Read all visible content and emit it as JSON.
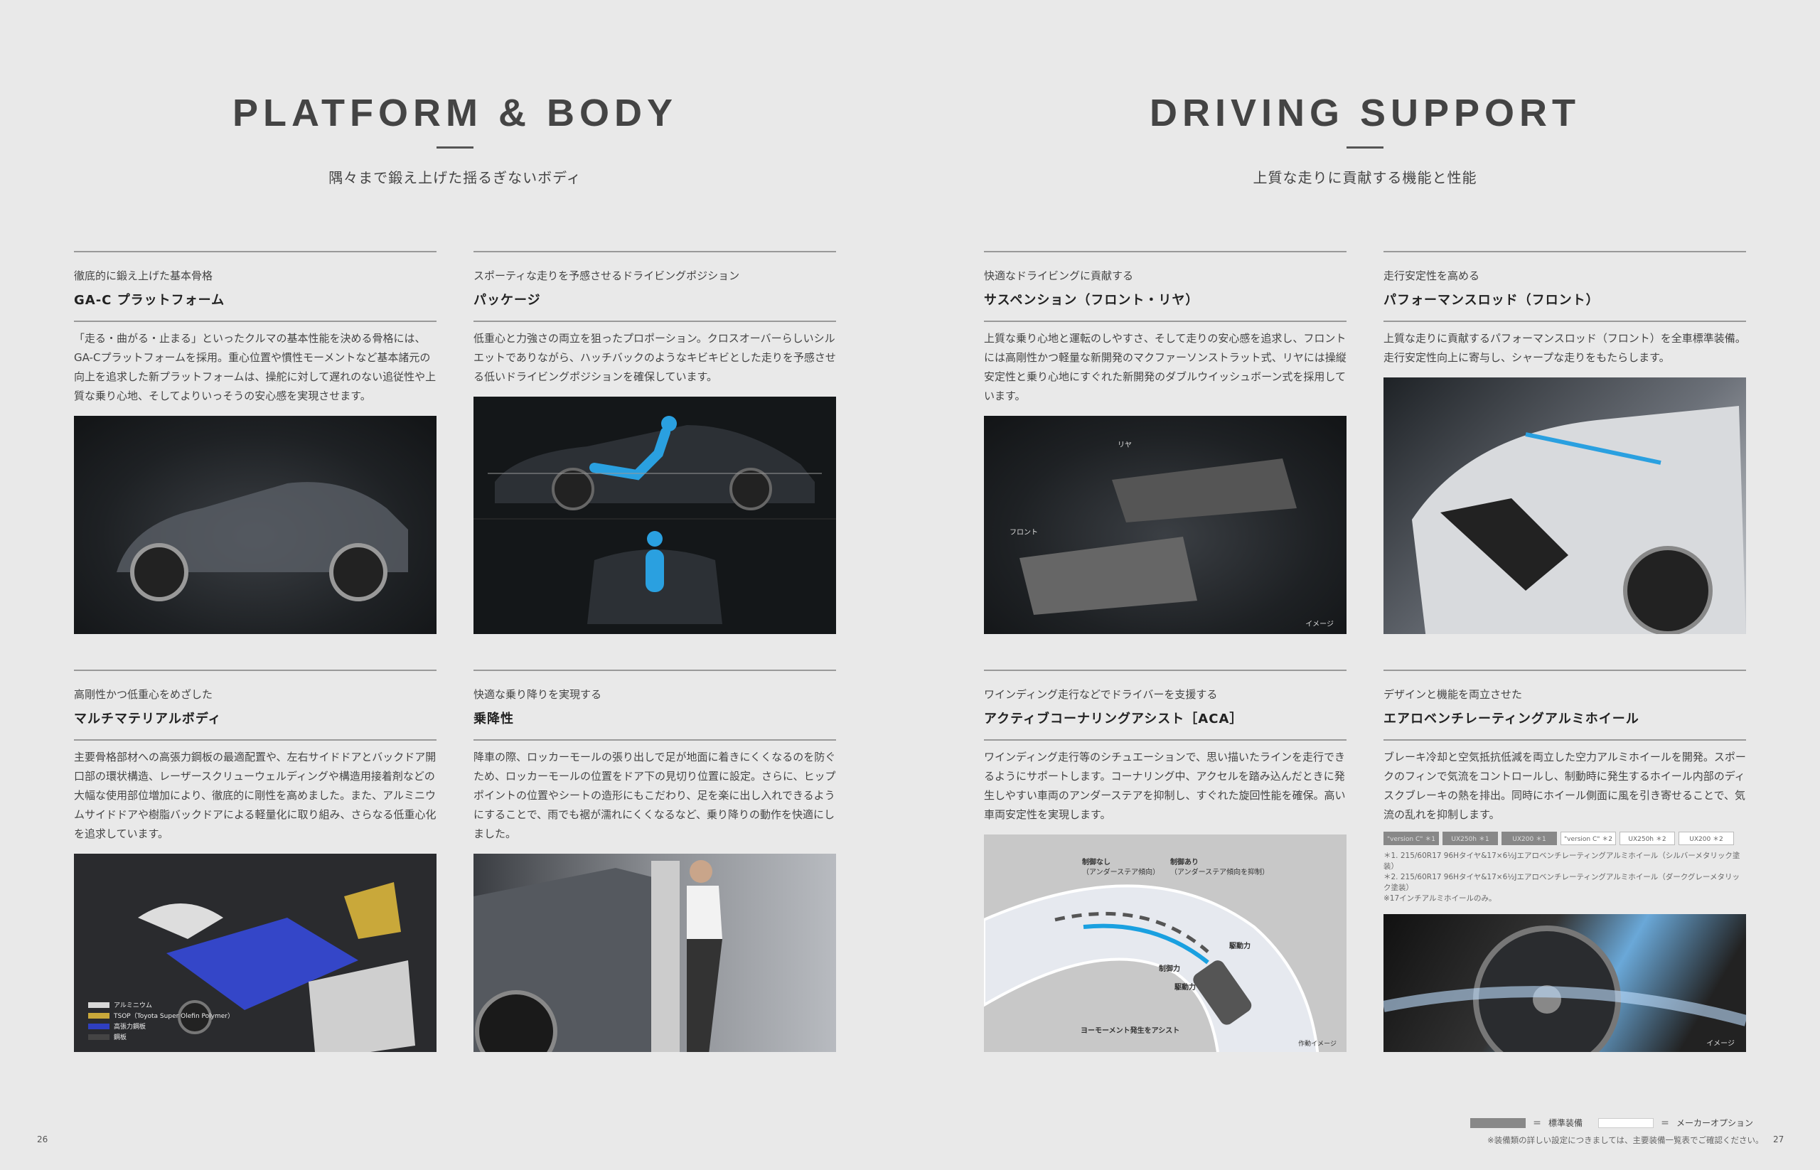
{
  "left": {
    "title": "PLATFORM & BODY",
    "subtitle": "隅々まで鍛え上げた揺るぎないボディ",
    "page": "26"
  },
  "right": {
    "title": "DRIVING SUPPORT",
    "subtitle": "上質な走りに貢献する機能と性能",
    "page": "27"
  },
  "sections": [
    {
      "label": "徹底的に鍛え上げた基本骨格",
      "title": "GA-C プラットフォーム",
      "body": "「走る・曲がる・止まる」といったクルマの基本性能を決める骨格には、GA-Cプラットフォームを採用。重心位置や慣性モーメントなど基本諸元の向上を追求した新プラットフォームは、操舵に対して遅れのない追従性や上質な乗り心地、そしてよりいっそうの安心感を実現させます。"
    },
    {
      "label": "スポーティな走りを予感させるドライビングポジション",
      "title": "パッケージ",
      "body": "低重心と力強さの両立を狙ったプロポーション。クロスオーバーらしいシルエットでありながら、ハッチバックのようなキビキビとした走りを予感させる低いドライビングポジションを確保しています。"
    },
    {
      "label": "快適なドライビングに貢献する",
      "title": "サスペンション（フロント・リヤ）",
      "body": "上質な乗り心地と運転のしやすさ、そして走りの安心感を追求し、フロントには高剛性かつ軽量な新開発のマクファーソンストラット式、リヤには操縦安定性と乗り心地にすぐれた新開発のダブルウイッシュボーン式を採用しています。",
      "img_labels": {
        "rear": "リヤ",
        "front": "フロント",
        "caption": "イメージ"
      }
    },
    {
      "label": "走行安定性を高める",
      "title": "パフォーマンスロッド（フロント）",
      "body": "上質な走りに貢献するパフォーマンスロッド（フロント）を全車標準装備。走行安定性向上に寄与し、シャープな走りをもたらします。"
    },
    {
      "label": "高剛性かつ低重心をめざした",
      "title": "マルチマテリアルボディ",
      "body": "主要骨格部材への高張力鋼板の最適配置や、左右サイドドアとバックドア開口部の環状構造、レーザースクリューウェルディングや構造用接着剤などの大幅な使用部位増加により、徹底的に剛性を高めました。また、アルミニウムサイドドアや樹脂バックドアによる軽量化に取り組み、さらなる低重心化を追求しています。",
      "legend": [
        {
          "label": "アルミニウム",
          "color": "#d8d8d8"
        },
        {
          "label": "TSOP（Toyota Super Olefin Polymer）",
          "color": "#c9a83a"
        },
        {
          "label": "高張力鋼板",
          "color": "#2f3fc0"
        },
        {
          "label": "鋼板",
          "color": "#444444"
        }
      ]
    },
    {
      "label": "快適な乗り降りを実現する",
      "title": "乗降性",
      "body": "降車の際、ロッカーモールの張り出しで足が地面に着きにくくなるのを防ぐため、ロッカーモールの位置をドア下の見切り位置に設定。さらに、ヒップポイントの位置やシートの造形にもこだわり、足を楽に出し入れできるようにすることで、雨でも裾が濡れにくくなるなど、乗り降りの動作を快適にしました。"
    },
    {
      "label": "ワインディング走行などでドライバーを支援する",
      "title": "アクティブコーナリングアシスト［ACA］",
      "body": "ワインディング走行等のシチュエーションで、思い描いたラインを走行できるようにサポートします。コーナリング中、アクセルを踏み込んだときに発生しやすい車両のアンダーステアを抑制し、すぐれた旋回性能を確保。高い車両安定性を実現します。",
      "diagram": {
        "no_control": "制御なし",
        "no_control_sub": "（アンダーステア傾向）",
        "control": "制御あり",
        "control_sub": "（アンダーステア傾向を抑制）",
        "drive1": "駆動力",
        "brake": "制御力",
        "drive2": "駆動力",
        "yaw": "ヨーモーメント発生をアシスト",
        "caption": "作動イメージ"
      }
    },
    {
      "label": "デザインと機能を両立させた",
      "title": "エアロベンチレーティングアルミホイール",
      "body": "ブレーキ冷却と空気抵抗低減を両立した空力アルミホイールを開発。スポークのフィンで気流をコントロールし、制動時に発生するホイール内部のディスクブレーキの熱を排出。同時にホイール側面に風を引き寄せることで、気流の乱れを抑制します。",
      "badges": [
        {
          "label": "\"version C\" ＊1",
          "type": "std"
        },
        {
          "label": "UX250h ＊1",
          "type": "std"
        },
        {
          "label": "UX200 ＊1",
          "type": "std"
        },
        {
          "label": "\"version C\" ＊2",
          "type": "opt"
        },
        {
          "label": "UX250h ＊2",
          "type": "opt"
        },
        {
          "label": "UX200 ＊2",
          "type": "opt"
        }
      ],
      "notes": [
        "＊1. 215/60R17 96Hタイヤ&17×6½Jエアロベンチレーティングアルミホイール（シルバーメタリック塗装）",
        "＊2. 215/60R17 96Hタイヤ&17×6½Jエアロベンチレーティングアルミホイール（ダークグレーメタリック塗装）",
        "※17インチアルミホイールのみ。"
      ],
      "caption": "イメージ"
    }
  ],
  "footer": {
    "std_label": "標準装備",
    "opt_label": "メーカーオプション",
    "equals": "＝",
    "note": "※装備類の詳しい設定につきましては、主要装備一覧表でご確認ください。",
    "colors": {
      "std": "#888888",
      "opt": "#ffffff"
    }
  }
}
